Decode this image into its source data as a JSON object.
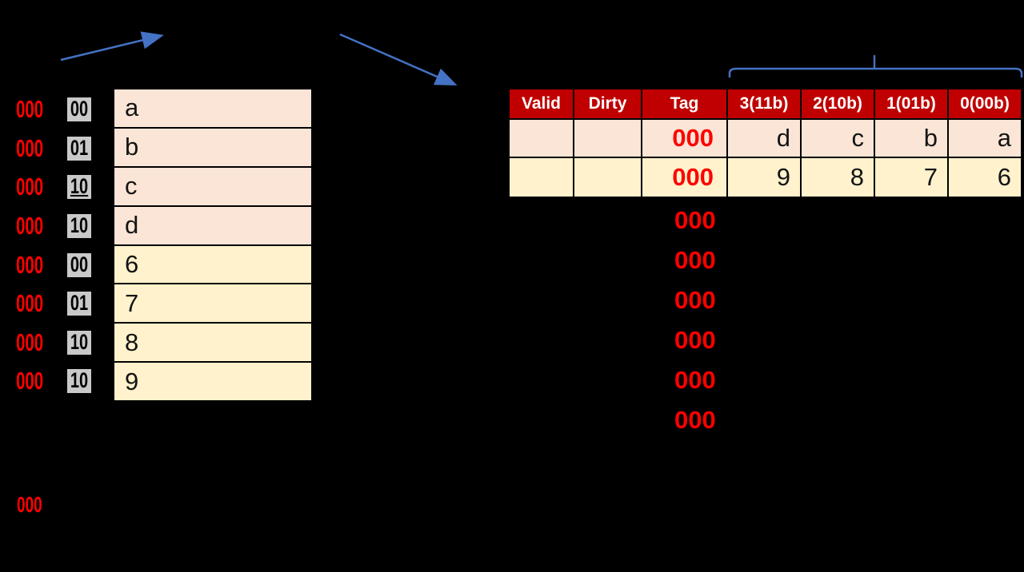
{
  "colors": {
    "background": "#000000",
    "peach_row": "#FBE5D6",
    "yellow_row": "#FFF2CC",
    "header_red": "#C00000",
    "red_text": "#FF0000",
    "gray_highlight": "#C9C9C9",
    "arrow_blue": "#4472C4",
    "border_black": "#000000",
    "header_text_white": "#FFFFFF"
  },
  "address_column": {
    "rows": [
      {
        "tag": "000",
        "offset": "00"
      },
      {
        "tag": "000",
        "offset": "01"
      },
      {
        "tag": "000",
        "offset": "10"
      },
      {
        "tag": "000",
        "offset": "10"
      },
      {
        "tag": "000",
        "offset": "00"
      },
      {
        "tag": "000",
        "offset": "01"
      },
      {
        "tag": "000",
        "offset": "10"
      },
      {
        "tag": "000",
        "offset": "10"
      }
    ]
  },
  "memory_table": {
    "rows": [
      "a",
      "b",
      "c",
      "d",
      "6",
      "7",
      "8",
      "9"
    ]
  },
  "cache_table": {
    "headers": [
      "Valid",
      "Dirty",
      "Tag",
      "3(11b)",
      "2(10b)",
      "1(01b)",
      "0(00b)"
    ],
    "rows": [
      {
        "valid": "",
        "dirty": "",
        "tag": "000",
        "words": [
          "d",
          "c",
          "b",
          "a"
        ]
      },
      {
        "valid": "",
        "dirty": "",
        "tag": "000",
        "words": [
          "9",
          "8",
          "7",
          "6"
        ]
      }
    ]
  },
  "tag_list_below_table": [
    "000",
    "000",
    "000",
    "000",
    "000",
    "000"
  ],
  "bottom_left_tag": "000"
}
